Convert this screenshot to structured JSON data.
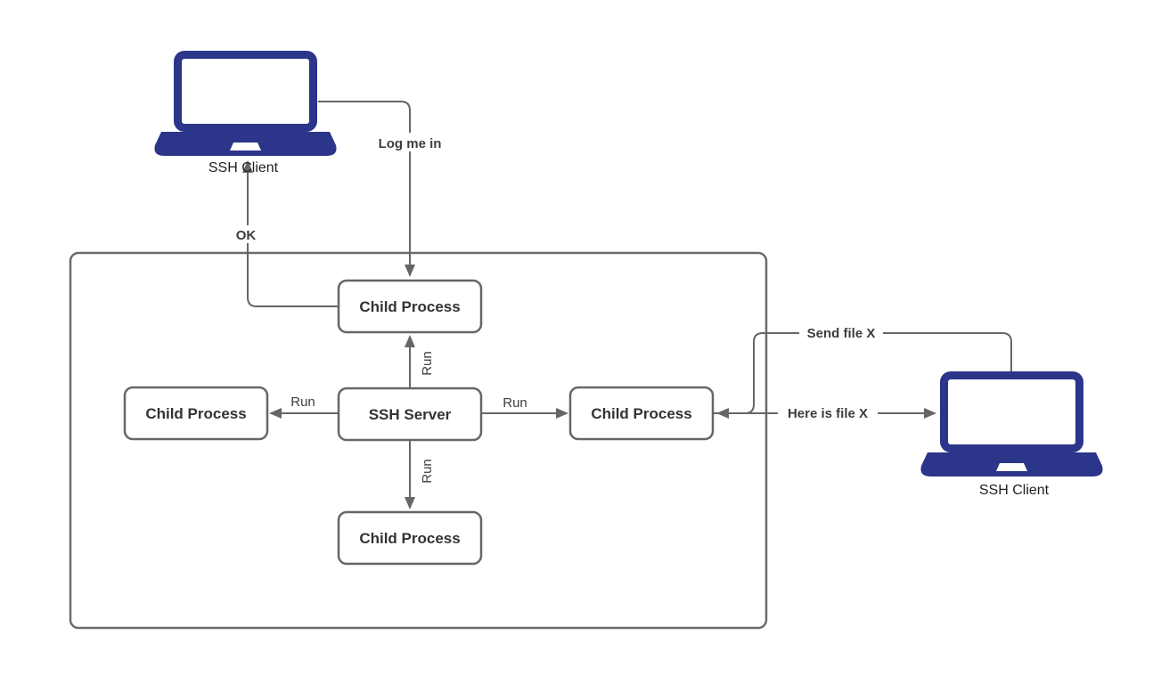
{
  "diagram": {
    "title": "SSH client-server process diagram",
    "colors": {
      "laptop": "#2b3589",
      "line": "#666666",
      "box_border": "#666666",
      "text": "#333333"
    },
    "nodes": {
      "client_left": {
        "label": "SSH Client"
      },
      "client_right": {
        "label": "SSH Client"
      },
      "server": {
        "label": "SSH Server"
      },
      "child_top": {
        "label": "Child Process"
      },
      "child_left": {
        "label": "Child Process"
      },
      "child_right": {
        "label": "Child Process"
      },
      "child_bottom": {
        "label": "Child Process"
      }
    },
    "edges": {
      "log_me_in": {
        "label": "Log me in"
      },
      "ok": {
        "label": "OK"
      },
      "run_up": {
        "label": "Run"
      },
      "run_down": {
        "label": "Run"
      },
      "run_left": {
        "label": "Run"
      },
      "run_right": {
        "label": "Run"
      },
      "send_file": {
        "label": "Send file X"
      },
      "here_is_file": {
        "label": "Here is file X"
      }
    }
  }
}
